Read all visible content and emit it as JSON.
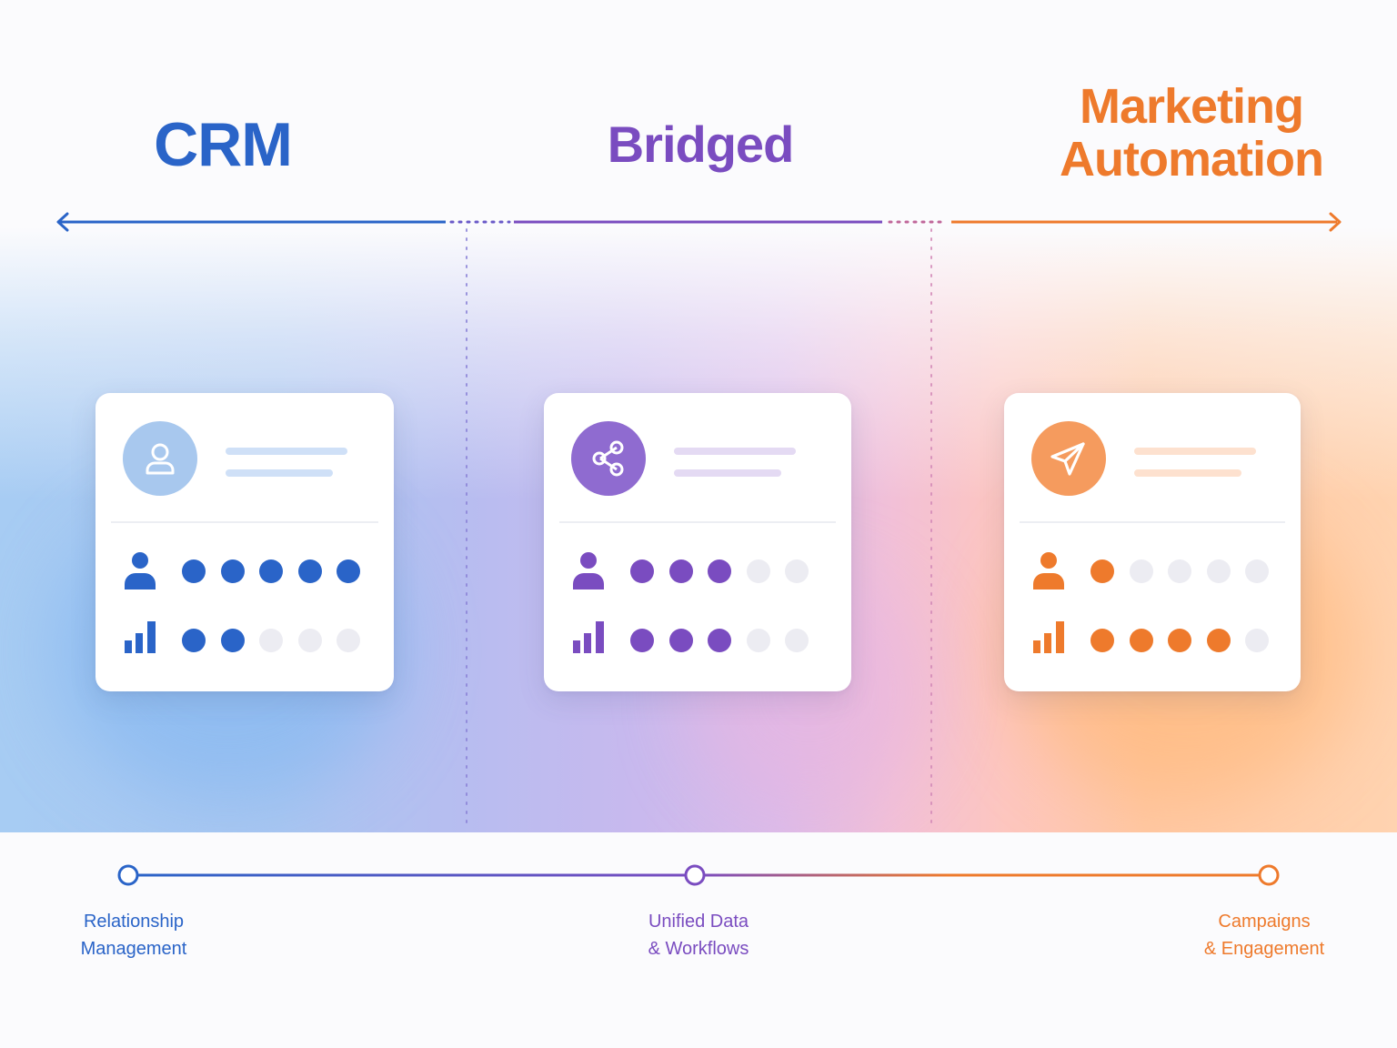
{
  "colors": {
    "crm": "#2a64c8",
    "bridged": "#7a4cc0",
    "marketing": "#ee7a2c",
    "inactive_dot": "#ececf2"
  },
  "columns": [
    {
      "key": "crm",
      "title_lines": [
        "CRM"
      ],
      "icon": "user-icon",
      "row_icons": [
        "person-icon",
        "bar-chart-icon"
      ],
      "scores": [
        5,
        2
      ],
      "scale_max": 5,
      "stage_label_lines": [
        "Relationship",
        "Management"
      ]
    },
    {
      "key": "bridged",
      "title_lines": [
        "Bridged"
      ],
      "icon": "share-icon",
      "row_icons": [
        "person-icon",
        "bar-chart-icon"
      ],
      "scores": [
        3,
        3
      ],
      "scale_max": 5,
      "stage_label_lines": [
        "Unified Data",
        "& Workflows"
      ]
    },
    {
      "key": "marketing",
      "title_lines": [
        "Marketing",
        "Automation"
      ],
      "icon": "send-icon",
      "row_icons": [
        "person-icon",
        "bar-chart-icon"
      ],
      "scores": [
        1,
        4
      ],
      "scale_max": 5,
      "stage_label_lines": [
        "Campaigns",
        "& Engagement"
      ]
    }
  ],
  "arrow_icons": [
    "arrow-left-icon",
    "arrow-right-icon"
  ]
}
